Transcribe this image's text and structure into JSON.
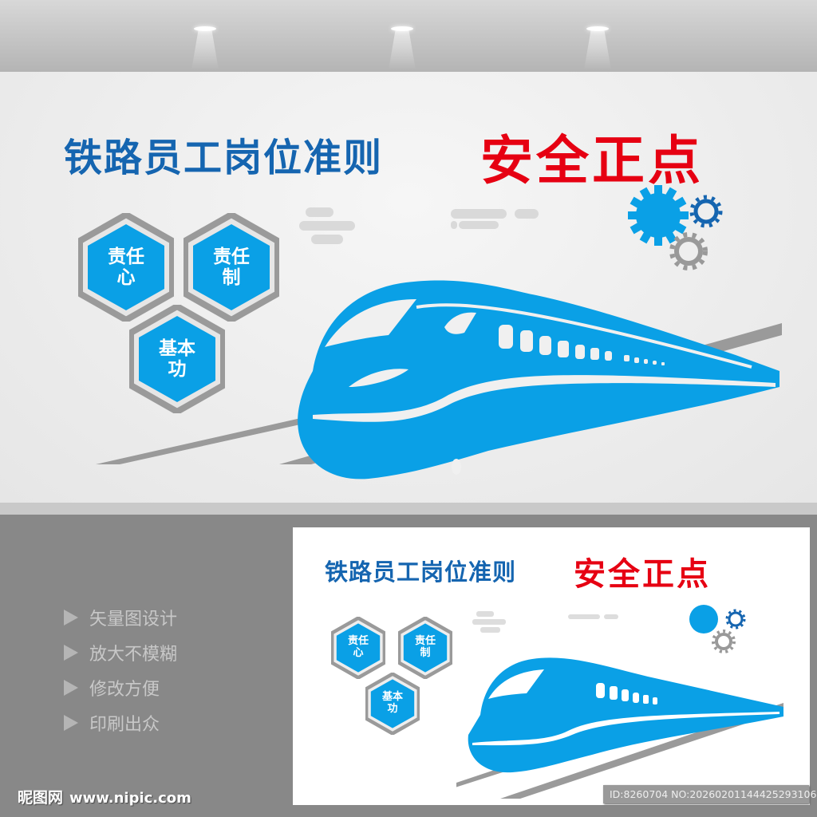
{
  "poster": {
    "title_blue": "铁路员工岗位准则",
    "title_red": "安全正点",
    "hexagons": [
      {
        "line1": "责任",
        "line2": "心"
      },
      {
        "line1": "责任",
        "line2": "制"
      },
      {
        "line1": "基本",
        "line2": "功"
      }
    ]
  },
  "features": [
    {
      "label": "矢量图设计"
    },
    {
      "label": "放大不模糊"
    },
    {
      "label": "修改方便"
    },
    {
      "label": "印刷出众"
    }
  ],
  "watermark": {
    "site_name": "昵图网",
    "url": "www.nipic.com",
    "id_text": "ID:8260704 NO:20260201144425293106"
  },
  "colors": {
    "title_blue": "#1565b0",
    "title_red": "#e60012",
    "train_blue": "#0aa0e6",
    "gear_dark_blue": "#1565b0",
    "gray": "#999999",
    "background_lower": "#888888"
  }
}
